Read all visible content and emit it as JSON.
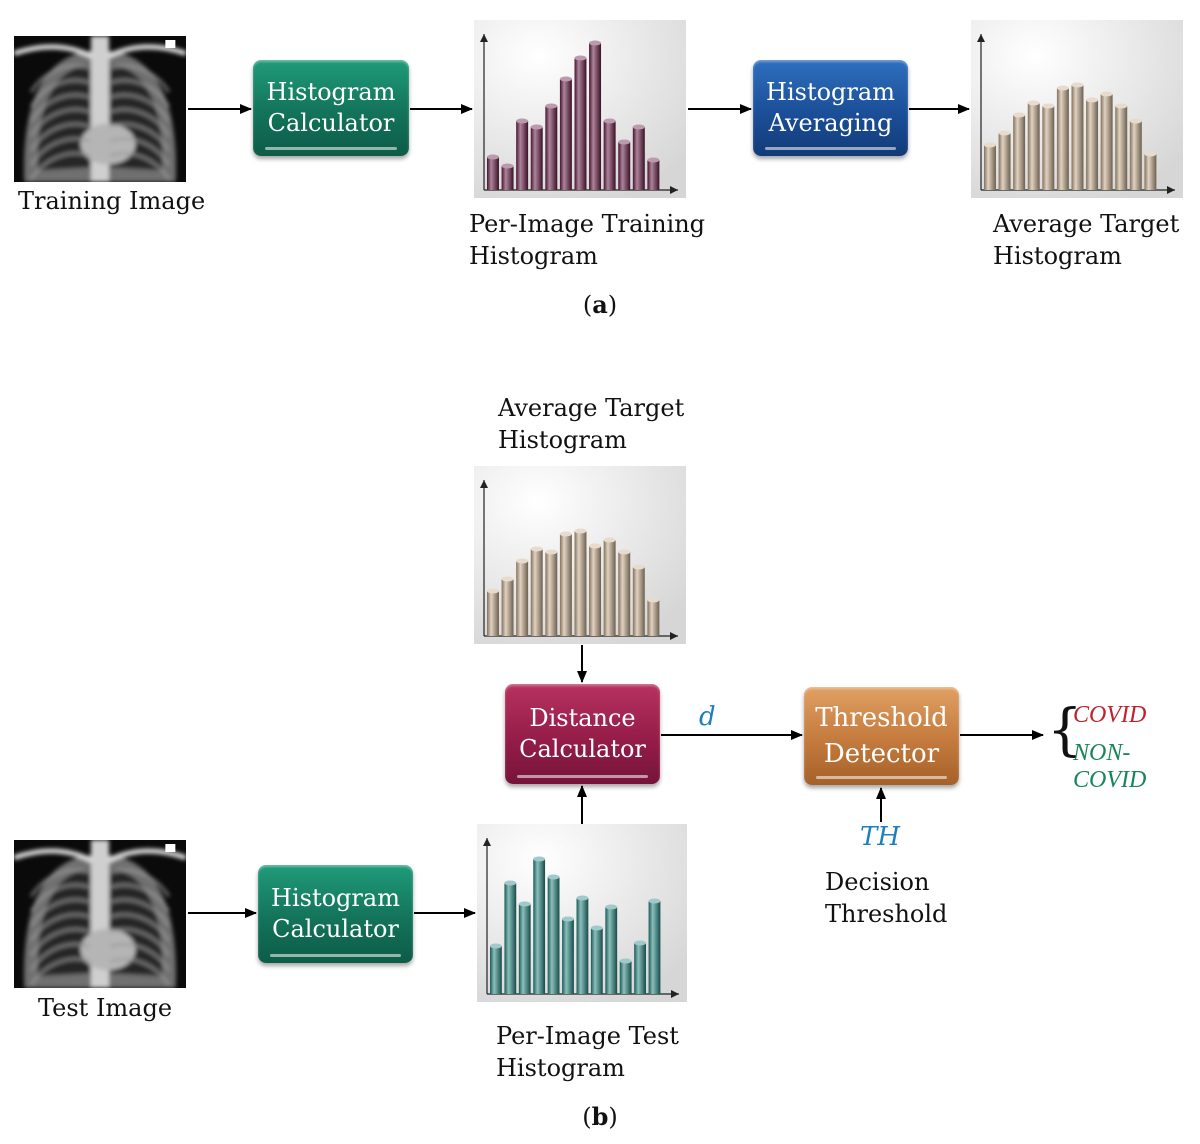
{
  "part_a": {
    "caption_letter": "a",
    "training_image_label": "Training Image",
    "histogram_calculator": "Histogram\nCalculator",
    "per_image_training_histogram_label": "Per-Image Training\nHistogram",
    "histogram_averaging": "Histogram\nAveraging",
    "average_target_histogram_label": "Average Target\nHistogram"
  },
  "part_b": {
    "caption_letter": "b",
    "average_target_histogram_label": "Average Target\nHistogram",
    "distance_calculator": "Distance\nCalculator",
    "distance_symbol": "d",
    "threshold_detector": "Threshold\nDetector",
    "threshold_symbol": "TH",
    "decision_threshold_label": "Decision\nThreshold",
    "result_covid": "COVID",
    "result_non_covid": "NON-COVID",
    "test_image_label": "Test Image",
    "histogram_calculator": "Histogram\nCalculator",
    "per_image_test_histogram_label": "Per-Image Test\nHistogram"
  },
  "colors": {
    "histogram_calculator_box": "#13735a",
    "histogram_averaging_box": "#1b4f98",
    "distance_calculator_box": "#951d48",
    "threshold_detector_box": "#c47a3c",
    "training_bars": "#6b1f4a",
    "average_bars": "#c8ae8e",
    "test_bars": "#2a8a86",
    "covid_text": "#c0212b",
    "non_covid_text": "#17855a",
    "math_text": "#1e7fc0"
  },
  "histograms": {
    "training": [
      0.22,
      0.16,
      0.46,
      0.42,
      0.56,
      0.74,
      0.88,
      0.98,
      0.46,
      0.32,
      0.42,
      0.2
    ],
    "average": [
      0.3,
      0.38,
      0.5,
      0.58,
      0.56,
      0.68,
      0.7,
      0.6,
      0.64,
      0.56,
      0.46,
      0.24
    ],
    "test": [
      0.32,
      0.74,
      0.6,
      0.9,
      0.78,
      0.5,
      0.64,
      0.44,
      0.58,
      0.22,
      0.34,
      0.62
    ]
  }
}
